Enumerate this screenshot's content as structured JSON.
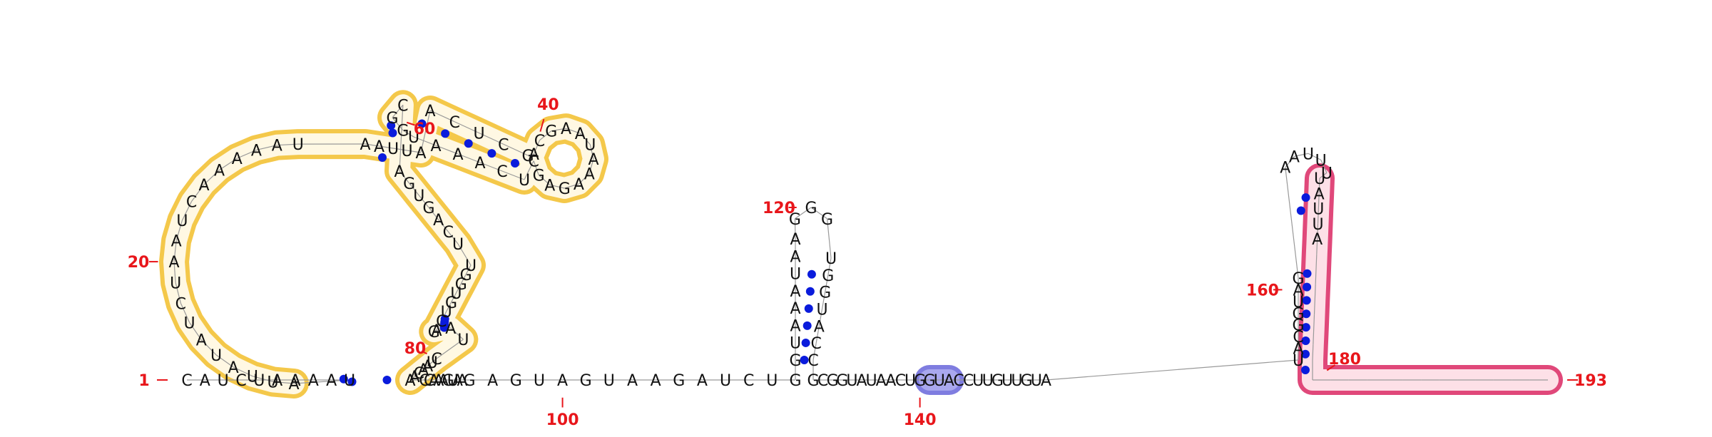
{
  "colors": {
    "nucleotide": "#111111",
    "pair": "#0a1bdc",
    "number": "#e8161b",
    "highlight_yellow_stroke": "#f4c84a",
    "highlight_yellow_fill": "#fff8e3",
    "highlight_blue_fill": "#a9a8ee",
    "highlight_blue_stroke": "#7f7de0",
    "highlight_pink_fill": "#fde0e7",
    "highlight_pink_stroke": "#e0487a"
  },
  "sequence": "CAUCUAAAAUAUUAUAUCUAAUCAAAAAUAAUUAACUCGACGAAUAAAGAGCUCAAAUGGCAGUGACUUGGUGUCAGAUCUAACAACCAAAGUAAGAGUAGUAAGAUCUGGUAAAUAAGGGUGGUACCGCGGUAUAACUGGUACCUUGUUGUAUACGGUAGAAUUUUAUUA",
  "numbers": [
    {
      "label": "1"
    },
    {
      "label": "20"
    },
    {
      "label": "40"
    },
    {
      "label": "60"
    },
    {
      "label": "80"
    },
    {
      "label": "100"
    },
    {
      "label": "120"
    },
    {
      "label": "140"
    },
    {
      "label": "160"
    },
    {
      "label": "180"
    },
    {
      "label": "193"
    }
  ]
}
